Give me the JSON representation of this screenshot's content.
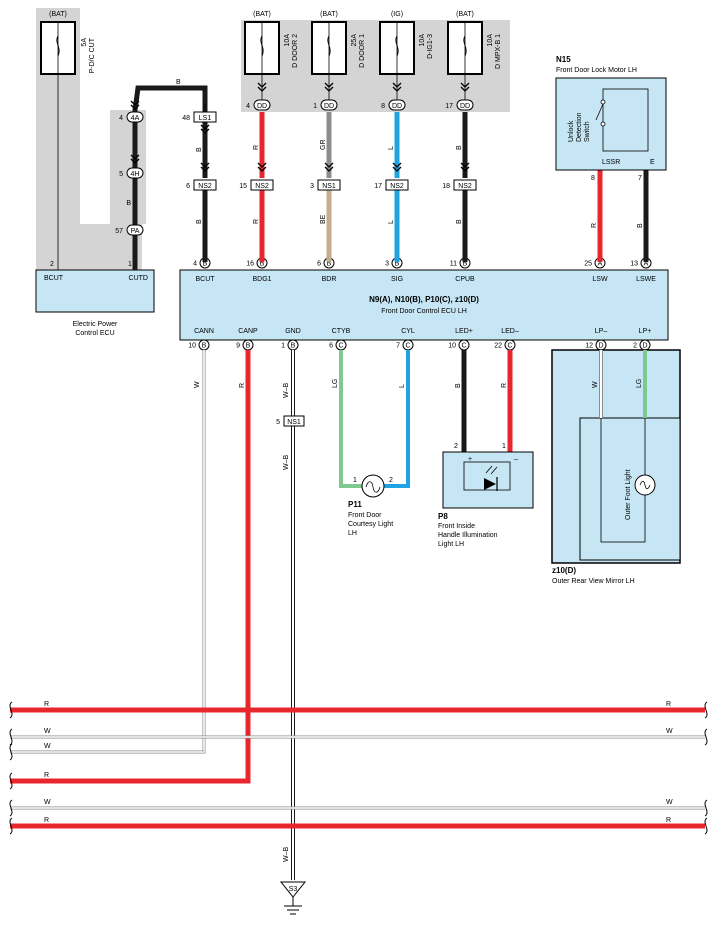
{
  "fuses": [
    {
      "source": "(BAT)",
      "amp": "5A",
      "name": "P-D/C CUT"
    },
    {
      "source": "(BAT)",
      "amp": "10A",
      "name": "D DOOR 2"
    },
    {
      "source": "(BAT)",
      "amp": "25A",
      "name": "D DOOR 1"
    },
    {
      "source": "(IG)",
      "amp": "10A",
      "name": "D-IG1-3"
    },
    {
      "source": "(BAT)",
      "amp": "10A",
      "name": "D MPX-B 1"
    }
  ],
  "connectors": {
    "top_pins": [
      {
        "pin": "4",
        "code": "DD"
      },
      {
        "pin": "1",
        "code": "DD"
      },
      {
        "pin": "8",
        "code": "DD"
      },
      {
        "pin": "17",
        "code": "DD"
      }
    ],
    "bcu_4a": {
      "pin": "4",
      "code": "4A"
    },
    "bcu_4h": {
      "pin": "5",
      "code": "4H"
    },
    "bcu_pa": {
      "pin": "57",
      "code": "PA"
    },
    "ls1": {
      "pin": "48",
      "code": "LS1"
    },
    "mid": [
      {
        "pin": "6",
        "code": "NS2"
      },
      {
        "pin": "15",
        "code": "NS2"
      },
      {
        "pin": "3",
        "code": "NS1"
      },
      {
        "pin": "17",
        "code": "NS2"
      },
      {
        "pin": "18",
        "code": "NS2"
      }
    ],
    "ns1_gnd": {
      "pin": "5",
      "code": "NS1"
    }
  },
  "wire_colors": {
    "b": "B",
    "r": "R",
    "gr": "GR",
    "be": "BE",
    "l": "L",
    "w": "W",
    "lg": "LG",
    "wb": "W–B"
  },
  "power_ecu": {
    "pins": [
      {
        "num": "2",
        "name": "BCUT"
      },
      {
        "num": "1",
        "name": "CUTD"
      }
    ],
    "name_line1": "Electric Power",
    "name_line2": "Control ECU"
  },
  "door_ecu": {
    "title": "N9(A), N10(B), P10(C), z10(D)",
    "subtitle": "Front Door Control ECU LH",
    "top_pins": [
      {
        "num": "4",
        "letter": "B",
        "name": "BCUT"
      },
      {
        "num": "16",
        "letter": "B",
        "name": "BDG1"
      },
      {
        "num": "6",
        "letter": "B",
        "name": "BDR"
      },
      {
        "num": "3",
        "letter": "B",
        "name": "SIG"
      },
      {
        "num": "11",
        "letter": "B",
        "name": "CPUB"
      },
      {
        "num": "25",
        "letter": "A",
        "name": "LSW"
      },
      {
        "num": "13",
        "letter": "A",
        "name": "LSWE"
      }
    ],
    "bottom_pins": [
      {
        "num": "10",
        "letter": "B",
        "name": "CANN"
      },
      {
        "num": "9",
        "letter": "B",
        "name": "CANP"
      },
      {
        "num": "1",
        "letter": "B",
        "name": "GND"
      },
      {
        "num": "6",
        "letter": "C",
        "name": "CTYB"
      },
      {
        "num": "7",
        "letter": "C",
        "name": "CYL"
      },
      {
        "num": "10",
        "letter": "C",
        "name": "LED+"
      },
      {
        "num": "22",
        "letter": "C",
        "name": "LED–"
      },
      {
        "num": "12",
        "letter": "D",
        "name": "LP–"
      },
      {
        "num": "2",
        "letter": "D",
        "name": "LP+"
      }
    ]
  },
  "lock_motor": {
    "code": "N15",
    "name": "Front Door Lock Motor LH",
    "switch_line1": "Unlock",
    "switch_line2": "Detection",
    "switch_line3": "Switch",
    "pin_lssr": "LSSR",
    "pin_e": "E",
    "num_lssr": "8",
    "num_e": "7"
  },
  "mirror": {
    "code": "z10(D)",
    "name": "Outer Rear View Mirror LH",
    "lamp": "Outer Foot Light"
  },
  "courtesy": {
    "code": "P11",
    "line1": "Front Door",
    "line2": "Courtesy Light",
    "line3": "LH",
    "pin1": "1",
    "pin2": "2"
  },
  "handle": {
    "code": "P8",
    "line1": "Front Inside",
    "line2": "Handle Illumination",
    "line3": "Light LH",
    "pin2": "2",
    "pin1": "1",
    "plus": "+",
    "minus": "–"
  },
  "ground": {
    "code": "S3"
  },
  "bus": [
    {
      "left": "R",
      "right": "R"
    },
    {
      "left": "W",
      "right": "W"
    },
    {
      "left": "W",
      "right": ""
    },
    {
      "left": "R",
      "right": ""
    },
    {
      "left": "W",
      "right": "W"
    },
    {
      "left": "R",
      "right": "R"
    }
  ],
  "colors": {
    "black": "#1a1a1a",
    "red": "#e8262d",
    "blue": "#1fa3e3",
    "green": "#7dc98f",
    "gray": "#8c8c8c",
    "beige": "#c3ad8f",
    "component_fill": "#c6e6f5",
    "shade": "#d4d4d4"
  }
}
